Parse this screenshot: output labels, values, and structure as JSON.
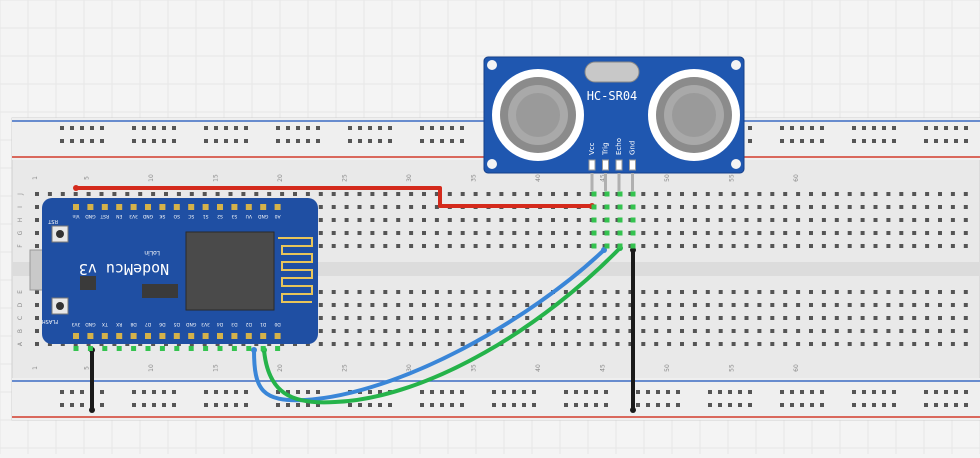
{
  "sensor": {
    "name": "HC-SR04",
    "pins": [
      "Vcc",
      "Trig",
      "Echo",
      "Gnd"
    ]
  },
  "board": {
    "name": "NodeMcu v3",
    "sub": "LoLin",
    "btn_top": "RST",
    "btn_bottom": "FLASH",
    "top_pins": [
      "Vin",
      "GND",
      "RST",
      "EN",
      "3V3",
      "GND",
      "SK",
      "SO",
      "SC",
      "S1",
      "S2",
      "S3",
      "VU",
      "GND",
      "A0"
    ],
    "bottom_pins": [
      "3V3",
      "GND",
      "TX",
      "RX",
      "D8",
      "D7",
      "D6",
      "D5",
      "GND",
      "3V3",
      "D4",
      "D3",
      "D2",
      "D1",
      "D0"
    ]
  },
  "breadboard": {
    "col_labels": [
      "1",
      "5",
      "10",
      "15",
      "20",
      "25",
      "30",
      "35",
      "40",
      "45",
      "50",
      "55",
      "60"
    ],
    "row_labels_top": [
      "J",
      "I",
      "H",
      "G",
      "F"
    ],
    "row_labels_bottom": [
      "E",
      "D",
      "C",
      "B",
      "A"
    ]
  },
  "colors": {
    "board_blue": "#1f4fa3",
    "sensor_blue": "#1f57b0",
    "wire_red": "#d42a1c",
    "wire_blue": "#3a86d8",
    "wire_green": "#25b34a",
    "wire_black": "#1a1a1a",
    "rail_red": "#d23b2b",
    "rail_blue": "#3b6bc4"
  }
}
